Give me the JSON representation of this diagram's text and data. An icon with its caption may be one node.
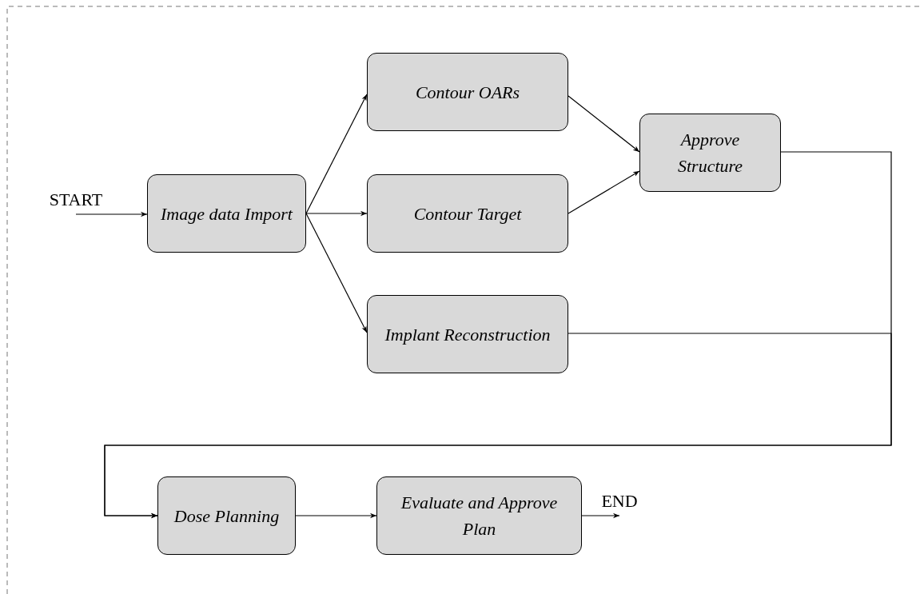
{
  "diagram": {
    "nodes": [
      {
        "text": [
          "START"
        ]
      },
      {
        "text": [
          "Image data Import"
        ]
      },
      {
        "text": [
          "Contour OARs"
        ]
      },
      {
        "text": [
          "Contour Target"
        ]
      },
      {
        "text": [
          "Implant Reconstruction"
        ]
      },
      {
        "text": [
          "Approve Structure"
        ]
      },
      {
        "text": [
          "Dose Planning"
        ]
      },
      {
        "text": [
          "Evaluate and Approve Plan"
        ]
      },
      {
        "text": [
          "END"
        ]
      }
    ],
    "edges": [
      {
        "from": 0,
        "to": 1,
        "arrow": "to"
      },
      {
        "from": 1,
        "to": 2,
        "arrow": "to"
      },
      {
        "from": 1,
        "to": 3,
        "arrow": "to"
      },
      {
        "from": 1,
        "to": 4,
        "arrow": "to"
      },
      {
        "from": 2,
        "to": 5,
        "arrow": "to"
      },
      {
        "from": 3,
        "to": 5,
        "arrow": "to"
      },
      {
        "from": 5,
        "to": 6,
        "arrow": "to"
      },
      {
        "from": 4,
        "to": 6,
        "arrow": "to"
      },
      {
        "from": 6,
        "to": 7,
        "arrow": "to"
      },
      {
        "from": 7,
        "to": 8,
        "arrow": "to"
      }
    ]
  }
}
